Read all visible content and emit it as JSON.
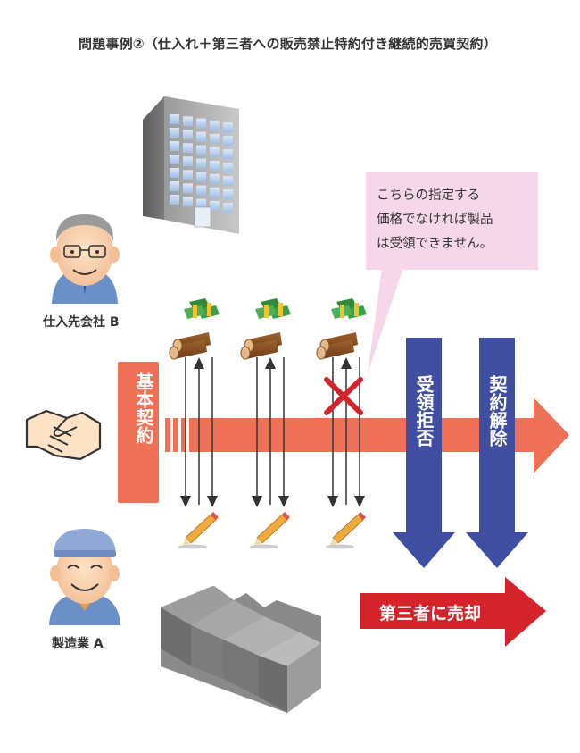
{
  "title": "問題事例②（仕入れ＋第三者への販売禁止特約付き継続的売買契約）",
  "bubble": {
    "lines": [
      "こちらの指定する",
      "価格でなければ製品",
      "は受領できません。"
    ]
  },
  "labels": {
    "supplier": "仕入先会社 B",
    "manufacturer": "製造業 A",
    "basic_contract": "基本契約",
    "refuse": "受領拒否",
    "terminate": "契約解除",
    "sell": "第三者に売却"
  },
  "colors": {
    "contract_arrow": "#ee7157",
    "blue_arrow": "#3f4ea0",
    "red_arrow": "#d4232a",
    "bubble": "#f6d7e9"
  },
  "icons": {
    "building": "office-building-icon",
    "factory": "factory-icon",
    "handshake": "handshake-icon",
    "money": "money-bundle-icon",
    "wood": "log-icon",
    "pencil": "pencil-icon",
    "cross": "cross-mark-icon"
  }
}
